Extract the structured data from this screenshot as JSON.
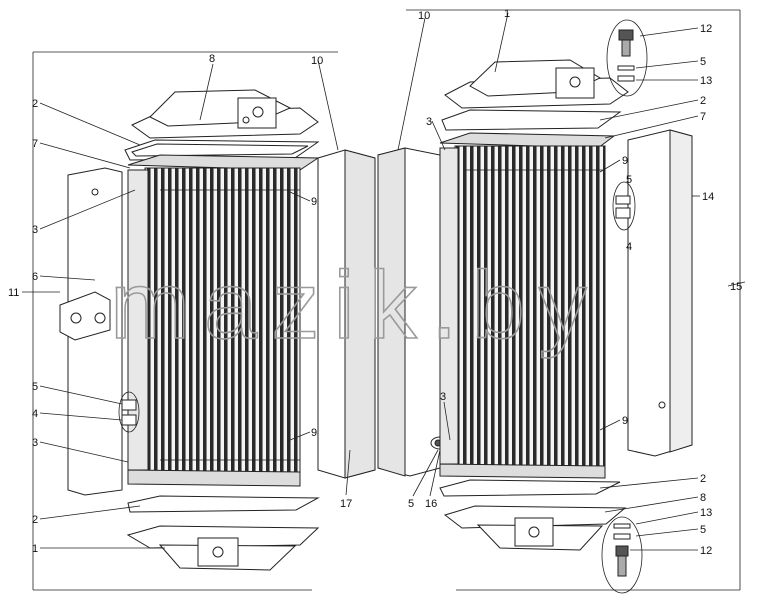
{
  "watermark": "mazik.by",
  "callouts": {
    "c1": "1",
    "c2": "2",
    "c3": "3",
    "c4": "4",
    "c5": "5",
    "c6": "6",
    "c7": "7",
    "c8": "8",
    "c9": "9",
    "c10": "10",
    "c11": "11",
    "c12": "12",
    "c13": "13",
    "c14": "14",
    "c15": "15",
    "c16": "16",
    "c17": "17"
  }
}
